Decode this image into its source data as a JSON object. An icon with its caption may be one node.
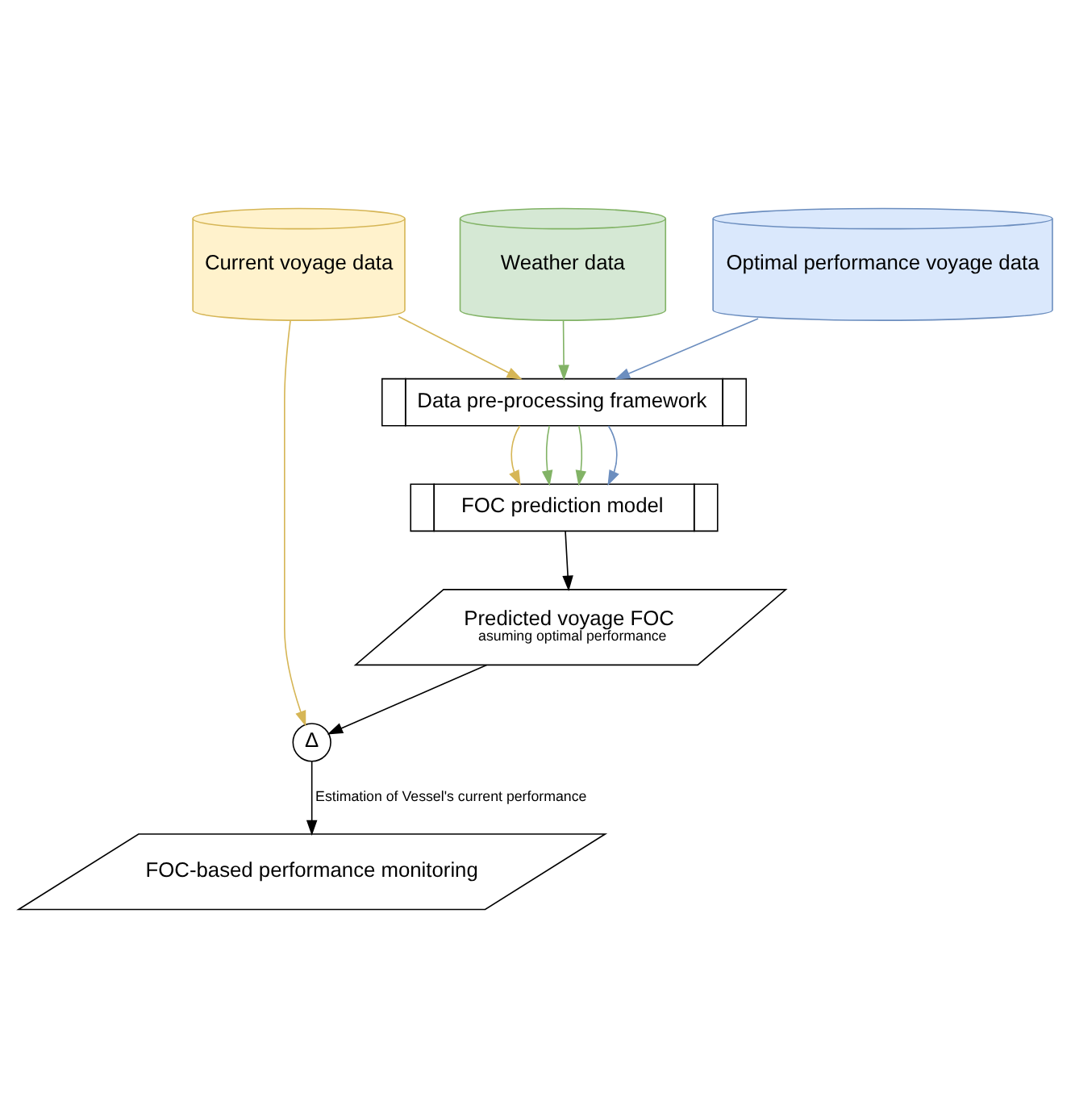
{
  "diagram": {
    "nodes": [
      {
        "text": [
          "Current voyage data"
        ]
      },
      {
        "text": [
          "Weather data"
        ]
      },
      {
        "text": [
          "Optimal performance voyage data"
        ]
      },
      {
        "text": [
          "Data pre-processing framework"
        ]
      },
      {
        "text": [
          "FOC prediction model"
        ]
      },
      {
        "text": [
          "Predicted voyage FOC",
          "asuming optimal performance"
        ]
      },
      {
        "text": [
          "Δ"
        ]
      },
      {
        "text": [
          "FOC-based performance monitoring"
        ]
      }
    ],
    "edges": [
      {
        "from": 0,
        "to": 3,
        "arrow": "to",
        "color": "#d6b656"
      },
      {
        "from": 1,
        "to": 3,
        "arrow": "to",
        "color": "#82b366"
      },
      {
        "from": 2,
        "to": 3,
        "arrow": "to",
        "color": "#6c8ebf"
      },
      {
        "from": 3,
        "to": 4,
        "arrow": "to",
        "color": "#d6b656"
      },
      {
        "from": 3,
        "to": 4,
        "arrow": "to",
        "color": "#82b366"
      },
      {
        "from": 3,
        "to": 4,
        "arrow": "to",
        "color": "#82b366"
      },
      {
        "from": 3,
        "to": 4,
        "arrow": "to",
        "color": "#6c8ebf"
      },
      {
        "from": 0,
        "to": 6,
        "arrow": "to",
        "color": "#d6b656"
      },
      {
        "from": 4,
        "to": 5,
        "arrow": "to",
        "color": "#000000"
      },
      {
        "from": 5,
        "to": 6,
        "arrow": "to",
        "color": "#000000"
      },
      {
        "from": 6,
        "to": 7,
        "arrow": "to",
        "color": "#000000",
        "label": "Estimation of Vessel's current performance"
      }
    ]
  }
}
